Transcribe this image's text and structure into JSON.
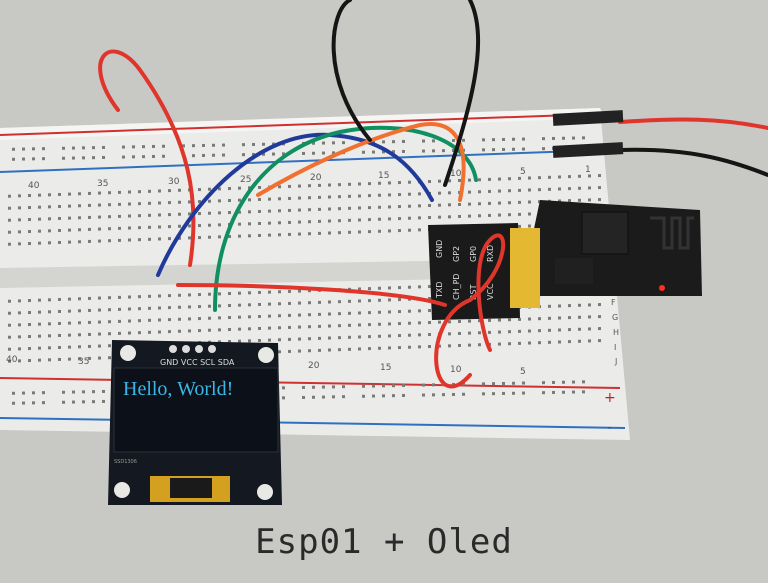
{
  "caption": "Esp01 + Oled",
  "breadboard": {
    "row_numbers_top": [
      "40",
      "35",
      "30",
      "25",
      "20",
      "15",
      "10",
      "5",
      "1"
    ],
    "row_numbers_bottom": [
      "40",
      "35",
      "20",
      "15",
      "10",
      "5"
    ],
    "column_letters": [
      "F",
      "G",
      "H",
      "I",
      "J"
    ],
    "rail_plus": "+",
    "rail_minus": "-"
  },
  "oled": {
    "pin_labels": "GND VCC SCL SDA",
    "screen_text": "Hello, World!",
    "chip_label": "SSD1306"
  },
  "adapter": {
    "pins_top": [
      "GND",
      "GP2",
      "GP0",
      "RXD"
    ],
    "pins_bottom": [
      "TXD",
      "CH_PD",
      "RST",
      "VCC"
    ]
  },
  "colors": {
    "red_wire": "#e0352b",
    "blue_wire": "#1f3a9a",
    "green_wire": "#109060",
    "orange_wire": "#f07030",
    "black_wire": "#151515",
    "oled_text": "#3ab7e8"
  }
}
